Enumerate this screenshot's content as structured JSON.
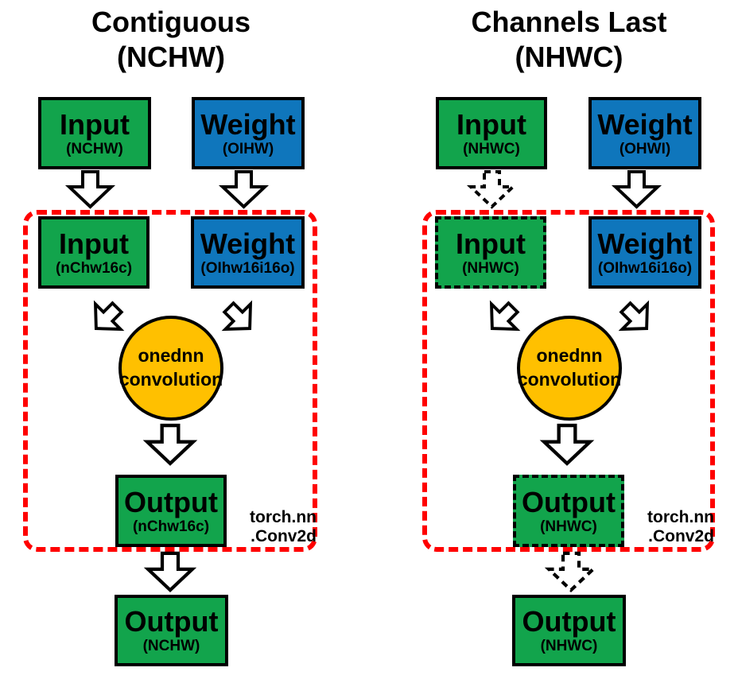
{
  "diagram": {
    "colors": {
      "box_green": "#12A44C",
      "box_blue": "#0F76BC",
      "circle_orange": "#FFC000",
      "scope_red": "#FF0000",
      "outline_black": "#000000"
    },
    "columns": [
      {
        "title_line1": "Contiguous",
        "title_line2": "(NCHW)",
        "top_input": {
          "label": "Input",
          "format": "(NCHW)"
        },
        "top_weight": {
          "label": "Weight",
          "format": "(OIHW)"
        },
        "inner_input": {
          "label": "Input",
          "format": "(nChw16c)"
        },
        "inner_weight": {
          "label": "Weight",
          "format": "(OIhw16i16o)"
        },
        "conv": {
          "line1": "onednn",
          "line2": "convolution"
        },
        "inner_output": {
          "label": "Output",
          "format": "(nChw16c)"
        },
        "scope": {
          "line1": "torch.nn",
          "line2": ".Conv2d"
        },
        "bottom_output": {
          "label": "Output",
          "format": "(NCHW)"
        }
      },
      {
        "title_line1": "Channels Last",
        "title_line2": "(NHWC)",
        "top_input": {
          "label": "Input",
          "format": "(NHWC)"
        },
        "top_weight": {
          "label": "Weight",
          "format": "(OHWI)"
        },
        "inner_input": {
          "label": "Input",
          "format": "(NHWC)"
        },
        "inner_weight": {
          "label": "Weight",
          "format": "(OIhw16i16o)"
        },
        "conv": {
          "line1": "onednn",
          "line2": "convolution"
        },
        "inner_output": {
          "label": "Output",
          "format": "(NHWC)"
        },
        "scope": {
          "line1": "torch.nn",
          "line2": ".Conv2d"
        },
        "bottom_output": {
          "label": "Output",
          "format": "(NHWC)"
        }
      }
    ]
  }
}
